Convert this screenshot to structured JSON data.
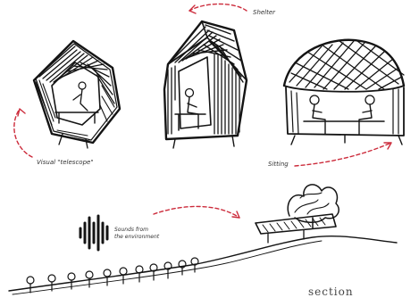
{
  "labels": {
    "shelter": "Shelter",
    "visual_telescope": "Visual \"telescope\"",
    "sitting": "Sitting",
    "sounds": "Sounds from\nthe environment",
    "section": "section"
  },
  "colors": {
    "ink": "#141414",
    "accent_dashes": "#cc2b3b",
    "label_text": "#333333"
  }
}
